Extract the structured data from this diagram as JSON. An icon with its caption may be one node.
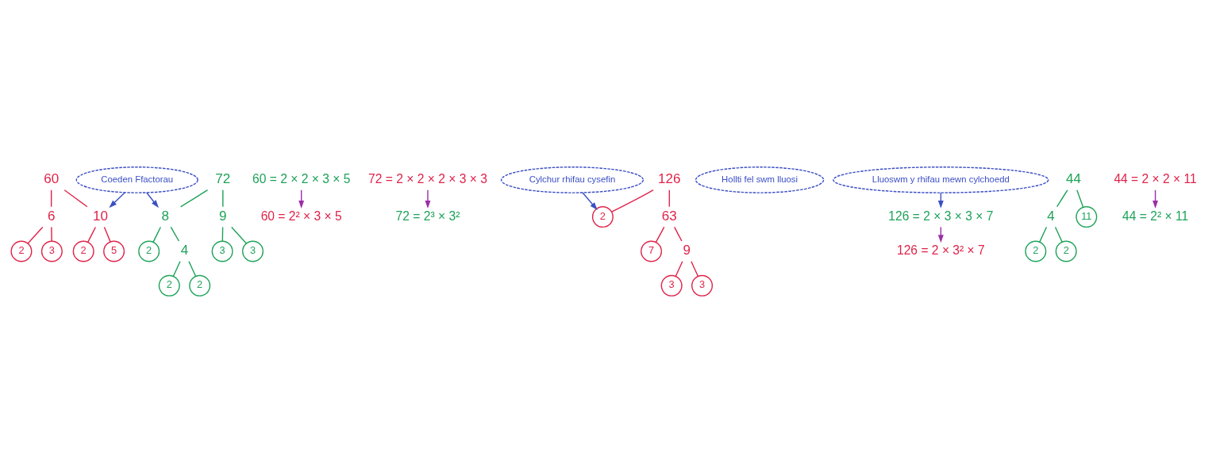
{
  "diagram": {
    "nodes": [
      {
        "text": [
          "60"
        ]
      },
      {
        "text": [
          "6"
        ]
      },
      {
        "text": [
          "10"
        ]
      },
      {
        "text": [
          "2"
        ]
      },
      {
        "text": [
          "3"
        ]
      },
      {
        "text": [
          "2"
        ]
      },
      {
        "text": [
          "5"
        ]
      },
      {
        "text": [
          "60 = 2 × 2 × 3 × 5"
        ]
      },
      {
        "text": [
          "60 = 2² × 3 × 5"
        ]
      },
      {
        "text": [
          "Coeden Ffactorau"
        ]
      },
      {
        "text": [
          "72"
        ]
      },
      {
        "text": [
          "8"
        ]
      },
      {
        "text": [
          "9"
        ]
      },
      {
        "text": [
          "2"
        ]
      },
      {
        "text": [
          "4"
        ]
      },
      {
        "text": [
          "3"
        ]
      },
      {
        "text": [
          "3"
        ]
      },
      {
        "text": [
          "2"
        ]
      },
      {
        "text": [
          "2"
        ]
      },
      {
        "text": [
          "72 = 2 × 2 × 2 × 3 × 3"
        ]
      },
      {
        "text": [
          "72 = 2³ × 3²"
        ]
      },
      {
        "text": [
          "Cylchur rhifau cysefin"
        ]
      },
      {
        "text": [
          "126"
        ]
      },
      {
        "text": [
          "2"
        ]
      },
      {
        "text": [
          "63"
        ]
      },
      {
        "text": [
          "7"
        ]
      },
      {
        "text": [
          "9"
        ]
      },
      {
        "text": [
          "3"
        ]
      },
      {
        "text": [
          "3"
        ]
      },
      {
        "text": [
          "Hollti fel swm lluosi"
        ]
      },
      {
        "text": [
          "Lluoswm y rhifau mewn cylchoedd"
        ]
      },
      {
        "text": [
          "126 = 2 × 3 × 3 × 7"
        ]
      },
      {
        "text": [
          "126 = 2 × 3² × 7"
        ]
      },
      {
        "text": [
          "44"
        ]
      },
      {
        "text": [
          "4"
        ]
      },
      {
        "text": [
          "11"
        ]
      },
      {
        "text": [
          "2"
        ]
      },
      {
        "text": [
          "2"
        ]
      },
      {
        "text": [
          "44 = 2 × 2 × 11"
        ]
      },
      {
        "text": [
          "44 = 2² × 11"
        ]
      }
    ],
    "edges": [
      {
        "from": 0,
        "to": 1,
        "arrow": "none"
      },
      {
        "from": 0,
        "to": 2,
        "arrow": "none"
      },
      {
        "from": 1,
        "to": 3,
        "arrow": "none"
      },
      {
        "from": 1,
        "to": 4,
        "arrow": "none"
      },
      {
        "from": 2,
        "to": 5,
        "arrow": "none"
      },
      {
        "from": 2,
        "to": 6,
        "arrow": "none"
      },
      {
        "from": 7,
        "to": 8,
        "arrow": "to",
        "color": "#9b2fa8"
      },
      {
        "from": 9,
        "to": 2,
        "arrow": "to",
        "color": "#3b4fc4"
      },
      {
        "from": 9,
        "to": 11,
        "arrow": "to",
        "color": "#3b4fc4"
      },
      {
        "from": 10,
        "to": 11,
        "arrow": "none",
        "color": "#1fa35a"
      },
      {
        "from": 10,
        "to": 12,
        "arrow": "none",
        "color": "#1fa35a"
      },
      {
        "from": 11,
        "to": 13,
        "arrow": "none",
        "color": "#1fa35a"
      },
      {
        "from": 11,
        "to": 14,
        "arrow": "none",
        "color": "#1fa35a"
      },
      {
        "from": 14,
        "to": 17,
        "arrow": "none",
        "color": "#1fa35a"
      },
      {
        "from": 14,
        "to": 18,
        "arrow": "none",
        "color": "#1fa35a"
      },
      {
        "from": 12,
        "to": 15,
        "arrow": "none",
        "color": "#1fa35a"
      },
      {
        "from": 12,
        "to": 16,
        "arrow": "none",
        "color": "#1fa35a"
      },
      {
        "from": 19,
        "to": 20,
        "arrow": "to",
        "color": "#9b2fa8"
      },
      {
        "from": 21,
        "to": 23,
        "arrow": "to",
        "color": "#3b4fc4"
      },
      {
        "from": 22,
        "to": 23,
        "arrow": "none"
      },
      {
        "from": 22,
        "to": 24,
        "arrow": "none"
      },
      {
        "from": 24,
        "to": 25,
        "arrow": "none"
      },
      {
        "from": 24,
        "to": 26,
        "arrow": "none"
      },
      {
        "from": 26,
        "to": 27,
        "arrow": "none"
      },
      {
        "from": 26,
        "to": 28,
        "arrow": "none"
      },
      {
        "from": 30,
        "to": 31,
        "arrow": "to",
        "color": "#3b4fc4"
      },
      {
        "from": 31,
        "to": 32,
        "arrow": "to",
        "color": "#9b2fa8"
      },
      {
        "from": 33,
        "to": 34,
        "arrow": "none",
        "color": "#1fa35a"
      },
      {
        "from": 33,
        "to": 35,
        "arrow": "none",
        "color": "#1fa35a"
      },
      {
        "from": 34,
        "to": 36,
        "arrow": "none",
        "color": "#1fa35a"
      },
      {
        "from": 34,
        "to": 37,
        "arrow": "none",
        "color": "#1fa35a"
      },
      {
        "from": 38,
        "to": 39,
        "arrow": "to",
        "color": "#9b2fa8"
      }
    ]
  }
}
